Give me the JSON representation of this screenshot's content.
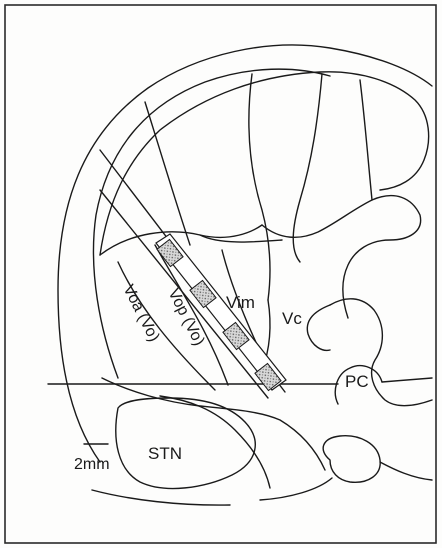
{
  "figure": {
    "labels": {
      "vim": "Vim",
      "vc": "Vc",
      "voa": "Voa (Vo)",
      "vop": "Vop (Vo)",
      "pc": "PC",
      "stn": "STN",
      "scale": "2mm"
    },
    "colors": {
      "line": "#1a1a1a",
      "background": "#fdfdfc",
      "frame": "#2a2a2a",
      "electrode_fill": "#9a9a9a"
    },
    "electrode_contacts": 4
  }
}
